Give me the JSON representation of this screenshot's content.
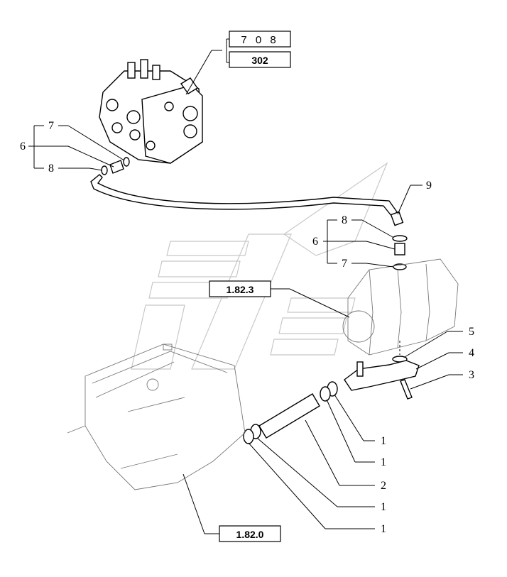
{
  "references": {
    "top_upper": "7 0 8",
    "top_lower": "302",
    "middle": "1.82.3",
    "bottom": "1.82.0"
  },
  "callouts": {
    "c6_left": "6",
    "c7_left": "7",
    "c8_left": "8",
    "c9": "9",
    "c8_right": "8",
    "c6_right": "6",
    "c7_right": "7",
    "c5": "5",
    "c4": "4",
    "c3": "3",
    "c1_a": "1",
    "c1_b": "1",
    "c2": "2",
    "c1_c": "1",
    "c1_d": "1"
  }
}
